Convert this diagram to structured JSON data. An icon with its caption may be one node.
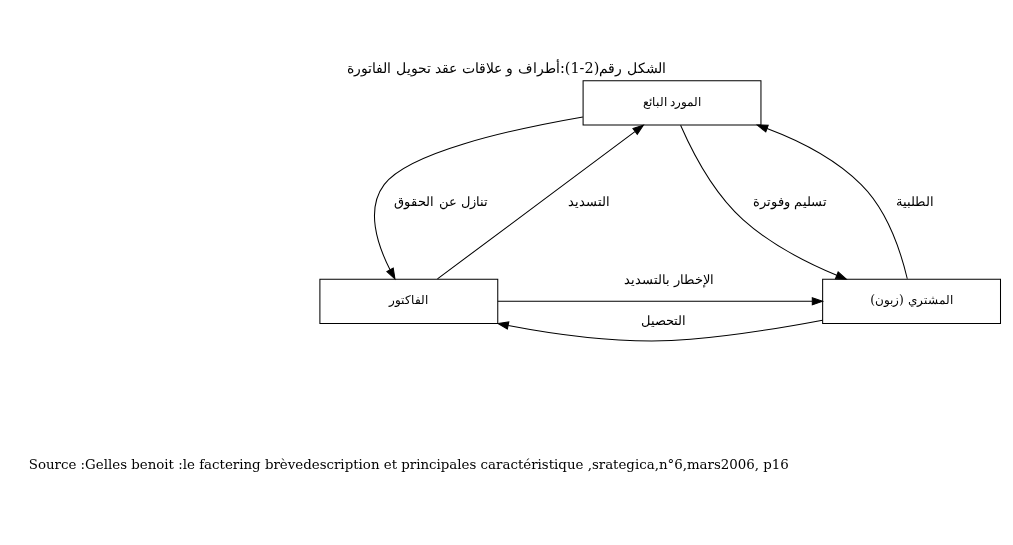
{
  "diagram": {
    "title": "الشكل رقم(2-1):أطراف و علاقات عقد تحويل الفاتورة",
    "caption": "Source :Gelles benoit :le factering brèvedescription et principales caractéristique ,srategica,n°6,mars2006, p16",
    "nodes": [
      {
        "text": [
          "المورد البائع"
        ]
      },
      {
        "text": [
          "الفاكتور"
        ]
      },
      {
        "text": [
          "المشتري (زبون)"
        ]
      }
    ],
    "edges": [
      {
        "from": 1,
        "to": 0,
        "arrow": "to",
        "label": "التسديد"
      },
      {
        "from": 0,
        "to": 1,
        "arrow": "to",
        "label": "تنازل عن الحقوق"
      },
      {
        "from": 2,
        "to": 0,
        "arrow": "to",
        "label": "الطلبية"
      },
      {
        "from": 0,
        "to": 2,
        "arrow": "to",
        "label": "تسليم وفوترة"
      },
      {
        "from": 2,
        "to": 1,
        "arrow": "to",
        "label": "التحصيل"
      },
      {
        "from": 1,
        "to": 2,
        "arrow": "to",
        "label": "الإخطار بالتسديد"
      }
    ]
  }
}
